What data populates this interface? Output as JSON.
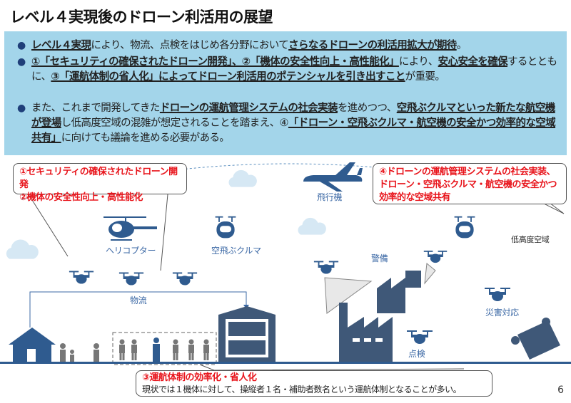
{
  "title": "レベル４実現後のドローン利活用の展望",
  "bullets": [
    {
      "segments": [
        {
          "t": "レベル４実現",
          "u": true
        },
        {
          "t": "により、物流、点検をはじめ各分野において",
          "u": false
        },
        {
          "t": "さらなるドローンの利活用拡大が期待",
          "u": true
        },
        {
          "t": "。",
          "u": false
        }
      ]
    },
    {
      "segments": [
        {
          "t": "①「セキュリティの確保されたドローン開発」、②「機体の安全性向上・高性能化」",
          "u": true
        },
        {
          "t": "により、",
          "u": false
        },
        {
          "t": "安心安全を確保",
          "u": true
        },
        {
          "t": "するとともに、",
          "u": false
        },
        {
          "t": "③「運航体制の省人化」によってドローン利活用のポテンシャルを引き出すこと",
          "u": true
        },
        {
          "t": "が重要。",
          "u": false
        }
      ]
    },
    {
      "segments": [
        {
          "t": "また、これまで開発してきた",
          "u": false
        },
        {
          "t": "ドローンの運航管理システムの社会実装",
          "u": true
        },
        {
          "t": "を進めつつ、",
          "u": false
        },
        {
          "t": "空飛ぶクルマといった新たな航空機が登場",
          "u": true
        },
        {
          "t": "し低高度空域の混雑が想定されることを踏まえ、④",
          "u": false
        },
        {
          "t": "「ドローン・空飛ぶクルマ・航空機の安全かつ効率的な空域共有」",
          "u": true
        },
        {
          "t": "に向けても議論を進める必要がある。",
          "u": false
        }
      ]
    }
  ],
  "callout_left": [
    "①セキュリティの確保されたドローン開発",
    "②機体の安全性向上・高性能化"
  ],
  "callout_right": [
    "④ドローンの運航管理システムの社会実装、",
    "ドローン・空飛ぶクルマ・航空機の安全かつ",
    "効率的な空域共有"
  ],
  "callout_bottom": {
    "heading": "③運航体制の効率化・省人化",
    "text": "現状では１機体に対して、操縦者１名・補助者数名という運航体制となることが多い。"
  },
  "labels": {
    "airplane": "飛行機",
    "helicopter": "ヘリコプター",
    "flying_car": "空飛ぶクルマ",
    "low_airspace": "低高度空域",
    "security": "警備",
    "logistics": "物流",
    "disaster": "災害対応",
    "inspection": "点検"
  },
  "page_number": "6",
  "colors": {
    "icon": "#2f5b8f",
    "box": "#a3d5ea",
    "red": "#e8141b",
    "cloud": "#d6e8f4"
  }
}
